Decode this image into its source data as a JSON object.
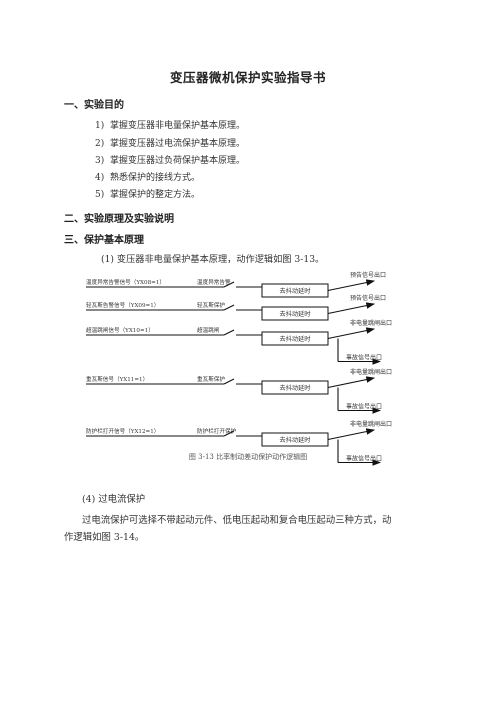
{
  "document": {
    "title": "变压器微机保护实验指导书",
    "sections": [
      {
        "heading": "一、实验目的",
        "items": [
          {
            "num": "1)",
            "text": "掌握变压器非电量保护基本原理。"
          },
          {
            "num": "2)",
            "text": "掌握变压器过电流保护基本原理。"
          },
          {
            "num": "3)",
            "text": "掌握变压器过负荷保护基本原理。"
          },
          {
            "num": "4)",
            "text": "熟悉保护的接线方式。"
          },
          {
            "num": "5)",
            "text": "掌握保护的整定方法。"
          }
        ]
      },
      {
        "heading": "二、实验原理及实验说明"
      },
      {
        "heading": "三、保护基本原理"
      }
    ],
    "intro": "(1)  变压器非电量保护基本原理，动作逻辑如图 3-13。",
    "diagram": {
      "rows": [
        {
          "input": "温度异常告警信号（YX08=1）",
          "label": "温度异常告警",
          "block": "去抖动延时",
          "outputs": [
            "预告信号出口"
          ]
        },
        {
          "input": "轻瓦斯告警信号（YX09=1）",
          "label": "轻瓦斯保护",
          "block": "去抖动延时",
          "outputs": [
            "预告信号出口"
          ]
        },
        {
          "input": "超温跳闸信号（YX10=1）",
          "label": "超温跳闸",
          "block": "去抖动延时",
          "outputs": [
            "非电量跳闸出口",
            "事故信号出口"
          ]
        },
        {
          "input": "重瓦斯信号（YX11=1）",
          "label": "重瓦斯保护",
          "block": "去抖动延时",
          "outputs": [
            "非电量跳闸出口",
            "事故信号出口"
          ]
        },
        {
          "input": "防护栏打开信号（YX12=1）",
          "label": "防护栏打开保护",
          "block": "去抖动延时",
          "outputs": [
            "非电量跳闸出口",
            "事故信号出口"
          ]
        }
      ],
      "caption": "图 3-13  比率制动差动保护动作逻辑图"
    },
    "subsection": "(4)  过电流保护",
    "para1": "过电流保护可选择不带起动元件、低电压起动和复合电压起动三种方式，动",
    "para2": "作逻辑如图 3-14。"
  }
}
